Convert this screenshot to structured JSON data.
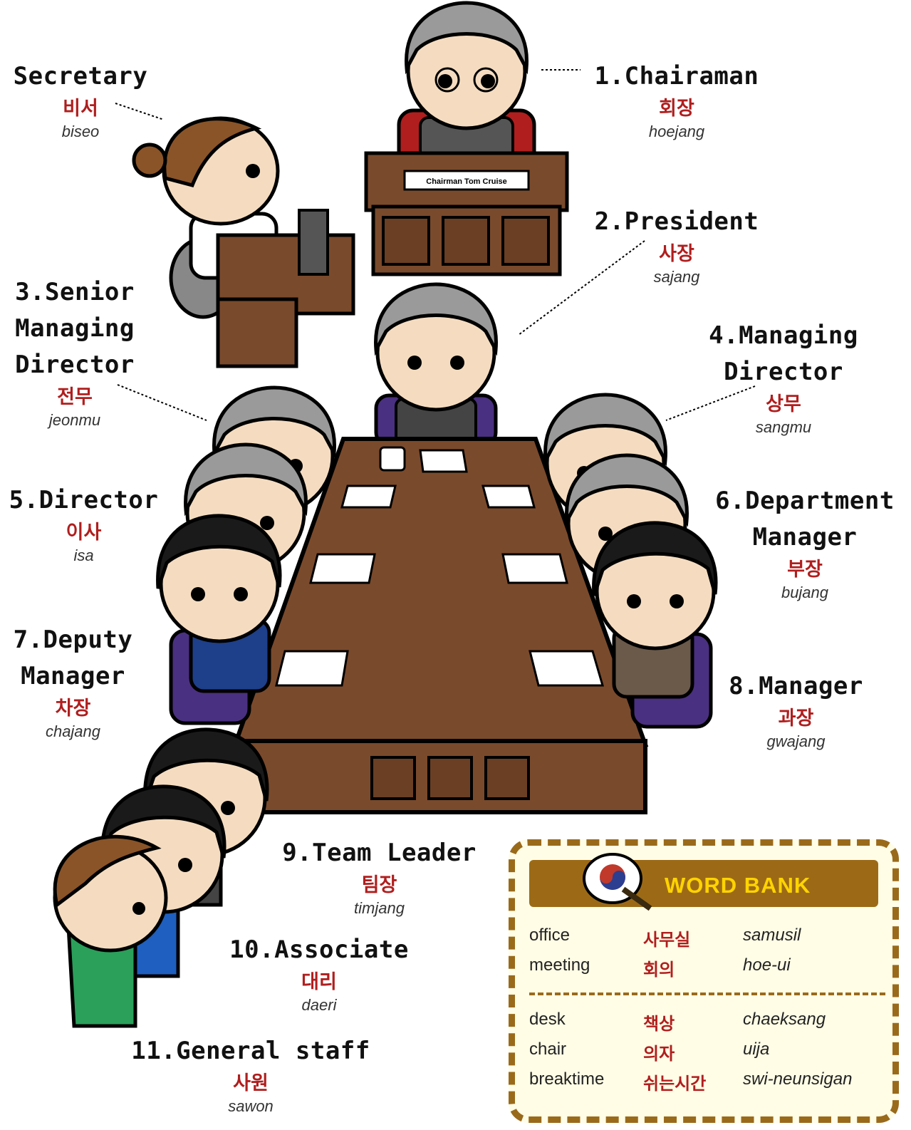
{
  "labels": {
    "secretary": {
      "en": "Secretary",
      "ko": "비서",
      "rom": "biseo"
    },
    "chairman": {
      "en": "1.Chairaman",
      "ko": "회장",
      "rom": "hoejang"
    },
    "president": {
      "en": "2.President",
      "ko": "사장",
      "rom": "sajang"
    },
    "senior_managing_director": {
      "en": "3.Senior\nManaging\nDirector",
      "ko": "전무",
      "rom": "jeonmu"
    },
    "managing_director": {
      "en": "4.Managing\nDirector",
      "ko": "상무",
      "rom": "sangmu"
    },
    "director": {
      "en": "5.Director",
      "ko": "이사",
      "rom": "isa"
    },
    "department_manager": {
      "en": "6.Department\nManager",
      "ko": "부장",
      "rom": "bujang"
    },
    "deputy_manager": {
      "en": "7.Deputy\nManager",
      "ko": "차장",
      "rom": "chajang"
    },
    "manager": {
      "en": "8.Manager",
      "ko": "과장",
      "rom": "gwajang"
    },
    "team_leader": {
      "en": "9.Team Leader",
      "ko": "팀장",
      "rom": "timjang"
    },
    "associate": {
      "en": "10.Associate",
      "ko": "대리",
      "rom": "daeri"
    },
    "general_staff": {
      "en": "11.General staff",
      "ko": "사원",
      "rom": "sawon"
    }
  },
  "nameplate": "Chairman Tom Cruise",
  "word_bank": {
    "title": "WORD BANK",
    "rows": [
      {
        "en": "office",
        "ko": "사무실",
        "rom": "samusil"
      },
      {
        "en": "meeting",
        "ko": "회의",
        "rom": "hoe-ui"
      },
      {
        "en": "desk",
        "ko": "책상",
        "rom": "chaeksang"
      },
      {
        "en": "chair",
        "ko": "의자",
        "rom": "uija"
      },
      {
        "en": "breaktime",
        "ko": "쉬는시간",
        "rom": "swi-neunsigan"
      }
    ]
  },
  "colors": {
    "table": "#7a4a2c",
    "table_dark": "#5a3520",
    "korean_text": "#b01e1e",
    "word_bank_border": "#9a6a1b",
    "word_bank_title": "#ffd400"
  }
}
